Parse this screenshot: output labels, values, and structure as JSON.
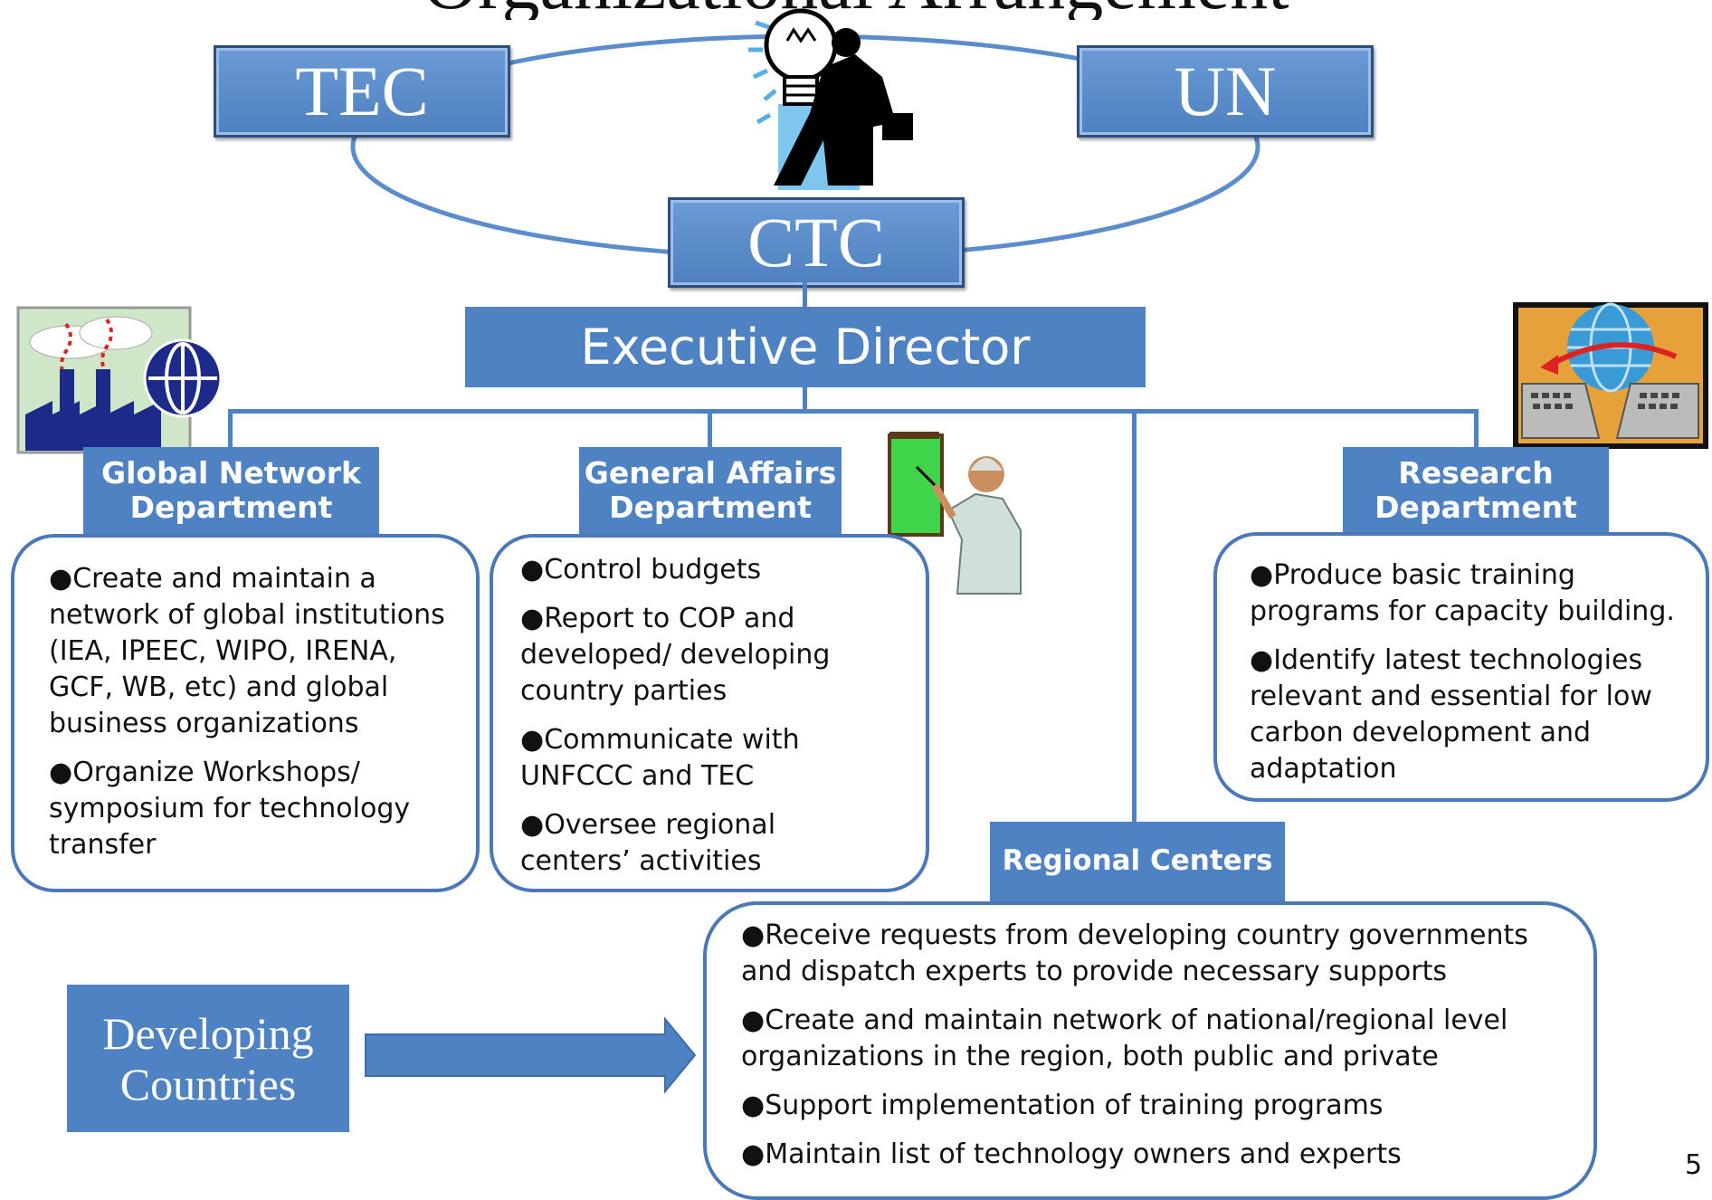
{
  "title": "Organizational Arrangement",
  "top_boxes": {
    "tec": "TEC",
    "un": "UN",
    "ctc": "CTC"
  },
  "executive": "Executive Director",
  "departments": {
    "global": {
      "title": "Global Network Department",
      "items": [
        "Create and maintain a network of global institutions (IEA, IPEEC, WIPO, IRENA, GCF, WB, etc) and global business organizations",
        "Organize Workshops/ symposium for technology transfer"
      ]
    },
    "general": {
      "title": "General Affairs Department",
      "items": [
        "Control budgets",
        "Report to COP and developed/ developing country parties",
        "Communicate with UNFCCC and TEC",
        "Oversee regional centers’ activities"
      ]
    },
    "research": {
      "title": "Research Department",
      "items": [
        "Produce basic training programs  for capacity building.",
        "Identify latest technologies relevant and essential for low carbon development and adaptation"
      ]
    },
    "regional": {
      "title": "Regional Centers",
      "items": [
        "Receive requests from developing country governments and dispatch experts to provide necessary supports",
        "Create and maintain network of national/regional level organizations in the region, both public and private",
        "Support implementation of training programs",
        "Maintain list of technology owners and experts"
      ]
    }
  },
  "developing": "Developing Countries",
  "page_number": "5",
  "colors": {
    "box_blue": "#4f82c2",
    "border_blue": "#4a78b8"
  },
  "icons": [
    "lightbulb-businessman-icon",
    "factory-globe-icon",
    "teacher-icon",
    "computers-globe-icon"
  ]
}
